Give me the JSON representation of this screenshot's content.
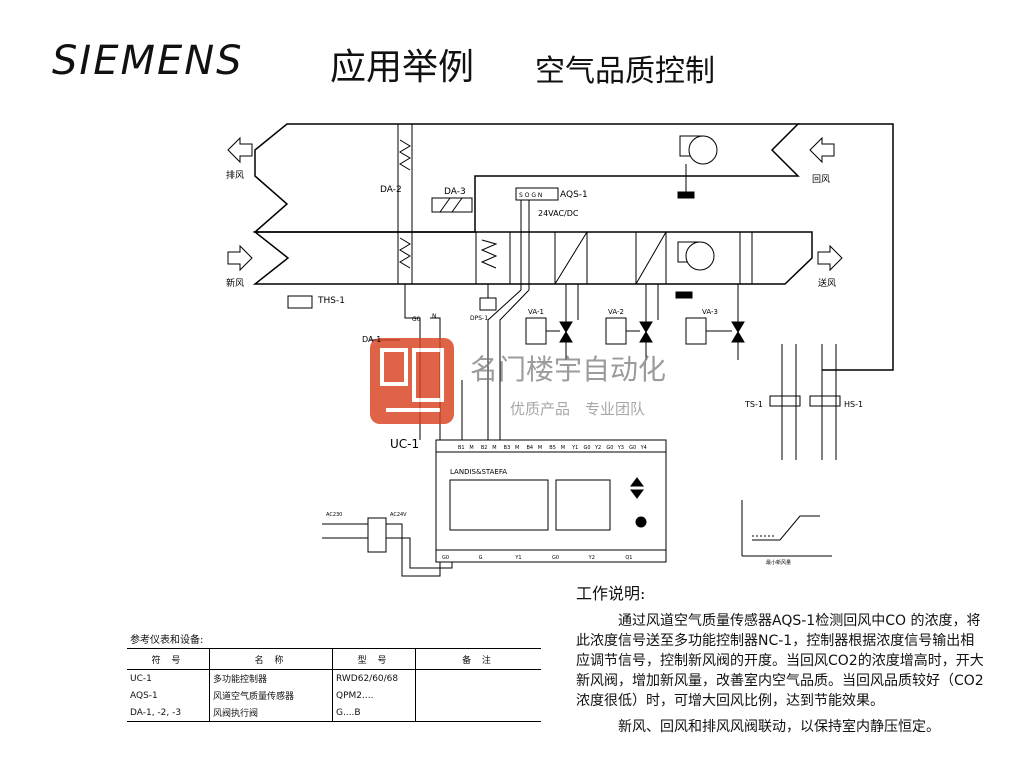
{
  "header": {
    "brand": "SIEMENS",
    "title_main": "应用举例",
    "title_sub": "空气品质控制"
  },
  "diagram": {
    "labels": {
      "exhaust_air": "排风",
      "fresh_air": "新风",
      "return_air": "回风",
      "supply_air": "送风",
      "da2": "DA-2",
      "da3": "DA-3",
      "aqs": "AQS-1",
      "aqs_terminals": "S O G N",
      "power": "24VAC/DC",
      "ths": "THS-1",
      "dps": "DPS-1",
      "va1": "VA-1",
      "va2": "VA-2",
      "va3": "VA-3",
      "da1": "DA-1",
      "ts": "TS-1",
      "hs": "HS-1",
      "uc": "UC-1",
      "controller_brand": "LANDIS&STAEFA",
      "ac_in": "AC230",
      "ac_out": "AC24V",
      "g0": "G0",
      "n": "N",
      "curve_label": "最小新风量",
      "terminal_top": [
        "B1",
        "M",
        "B2",
        "M",
        "B3",
        "M",
        "B4",
        "M",
        "B5",
        "M",
        "Y1",
        "G0",
        "Y2",
        "G0",
        "Y3",
        "G0",
        "Y4"
      ],
      "terminal_bottom": [
        "G0",
        "G",
        "Y1",
        "G0",
        "Y2",
        "Q1"
      ]
    }
  },
  "notes": {
    "heading": "工作说明:",
    "paragraph1": "通过风道空气质量传感器AQS-1检测回风中CO 的浓度，将此浓度信号送至多功能控制器NC-1，控制器根据浓度信号输出相应调节信号，控制新风阀的开度。当回风CO2的浓度增高时，开大新风阀，增加新风量，改善室内空气品质。当回风品质较好（CO2浓度很低）时，可增大回风比例，达到节能效果。",
    "paragraph2": "新风、回风和排风风阀联动，以保持室内静压恒定。"
  },
  "reference": {
    "heading": "参考仪表和设备:",
    "columns": [
      "符 号",
      "名 称",
      "型 号",
      "备 注"
    ],
    "rows": [
      {
        "symbol": "UC-1",
        "name": "多功能控制器",
        "model": "RWD62/60/68",
        "note": ""
      },
      {
        "symbol": "AQS-1",
        "name": "风道空气质量传感器",
        "model": "QPM2....",
        "note": ""
      },
      {
        "symbol": "DA-1, -2, -3",
        "name": "风阀执行阀",
        "model": "G....B",
        "note": ""
      }
    ]
  },
  "watermark": {
    "text": "名门楼宇自动化",
    "sub": "优质产品　专业团队"
  },
  "colors": {
    "line": "#000000",
    "watermark_red": "#d9421f"
  }
}
